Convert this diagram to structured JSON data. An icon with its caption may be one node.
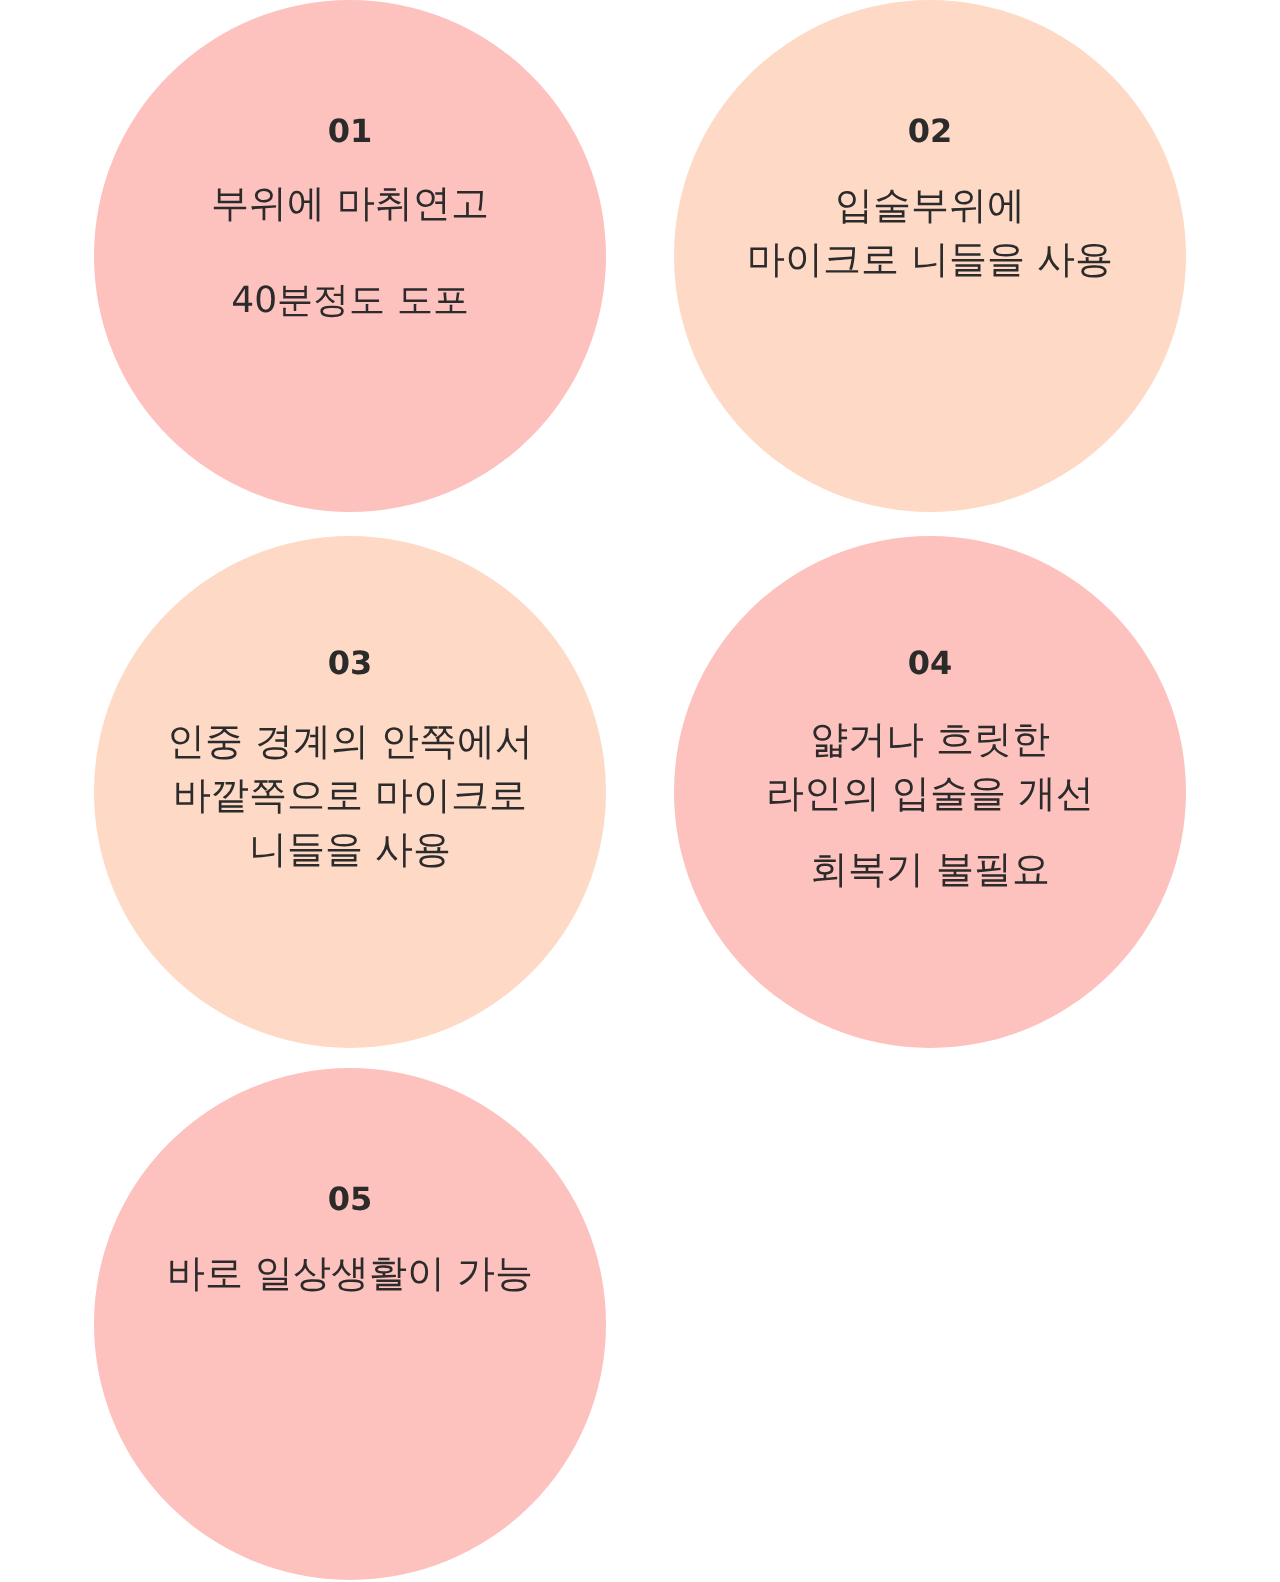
{
  "diagram": {
    "nodes": [
      {
        "text": [
          "01",
          "부위에 마취연고",
          "40분정도 도포"
        ]
      },
      {
        "text": [
          "02",
          "입술부위에 마이크로 니들을 사용"
        ]
      },
      {
        "text": [
          "03",
          "인중 경계의 안쪽에서 바깥쪽으로 마이크로 니들을 사용"
        ]
      },
      {
        "text": [
          "04",
          "얇거나 흐릿한 라인의 입술을 개선",
          "회복기 불필요"
        ]
      },
      {
        "text": [
          "05",
          "바로 일상생활이 가능"
        ]
      }
    ]
  }
}
